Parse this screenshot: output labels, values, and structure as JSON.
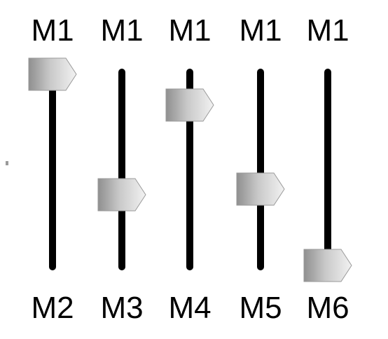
{
  "sliders": [
    {
      "top_label": "M1",
      "bottom_label": "M2",
      "value": 1.0
    },
    {
      "top_label": "M1",
      "bottom_label": "M3",
      "value": 0.37
    },
    {
      "top_label": "M1",
      "bottom_label": "M4",
      "value": 0.84
    },
    {
      "top_label": "M1",
      "bottom_label": "M5",
      "value": 0.4
    },
    {
      "top_label": "M1",
      "bottom_label": "M6",
      "value": 0.0
    }
  ],
  "colors": {
    "track": "#000000",
    "handle_light": "#f2f2f2",
    "handle_dark": "#8f8f8f",
    "text": "#000000"
  }
}
